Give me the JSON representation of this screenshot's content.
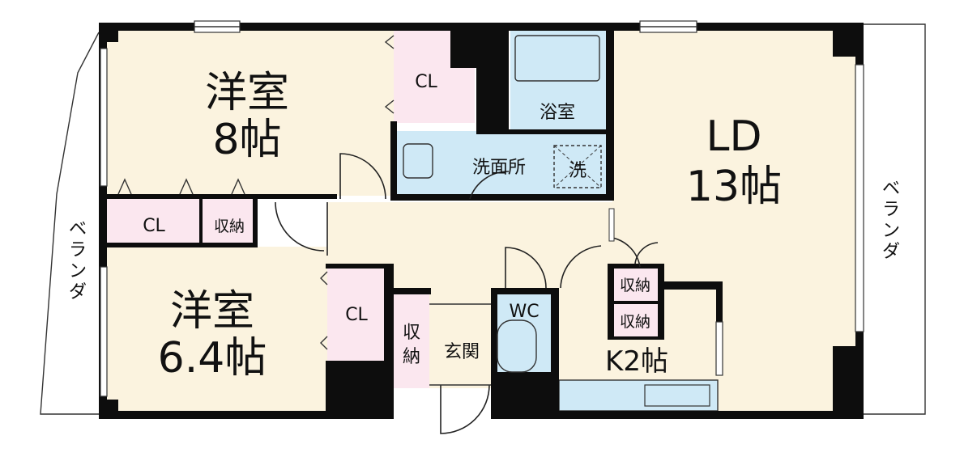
{
  "colors": {
    "room": "#fbf3df",
    "storage": "#fbe7ef",
    "wet": "#cfe9f6",
    "wall": "#0d0d0d",
    "door_line": "#222222",
    "balcony_line": "#555555"
  },
  "rooms": {
    "western_8": {
      "name": "洋室",
      "size": "8帖"
    },
    "western_64": {
      "name": "洋室",
      "size": "6.4帖"
    },
    "ld": {
      "name": "LD",
      "size": "13帖"
    },
    "kitchen": {
      "label": "K2帖"
    },
    "bath": {
      "label": "浴室"
    },
    "washroom": {
      "label": "洗面所"
    },
    "washer": {
      "label": "洗"
    },
    "wc": {
      "label": "WC"
    },
    "entrance": {
      "label": "玄関"
    }
  },
  "storage": {
    "cl_top": "CL",
    "cl_left": "CL",
    "shuno_left": "収納",
    "cl_mid": "CL",
    "shuno_entry_1": "収",
    "shuno_entry_2": "納",
    "shuno_k1": "収納",
    "shuno_k2": "収納"
  },
  "balcony": {
    "left": [
      "ベ",
      "ラ",
      "ン",
      "ダ"
    ],
    "right": [
      "ベ",
      "ラ",
      "ン",
      "ダ"
    ]
  }
}
